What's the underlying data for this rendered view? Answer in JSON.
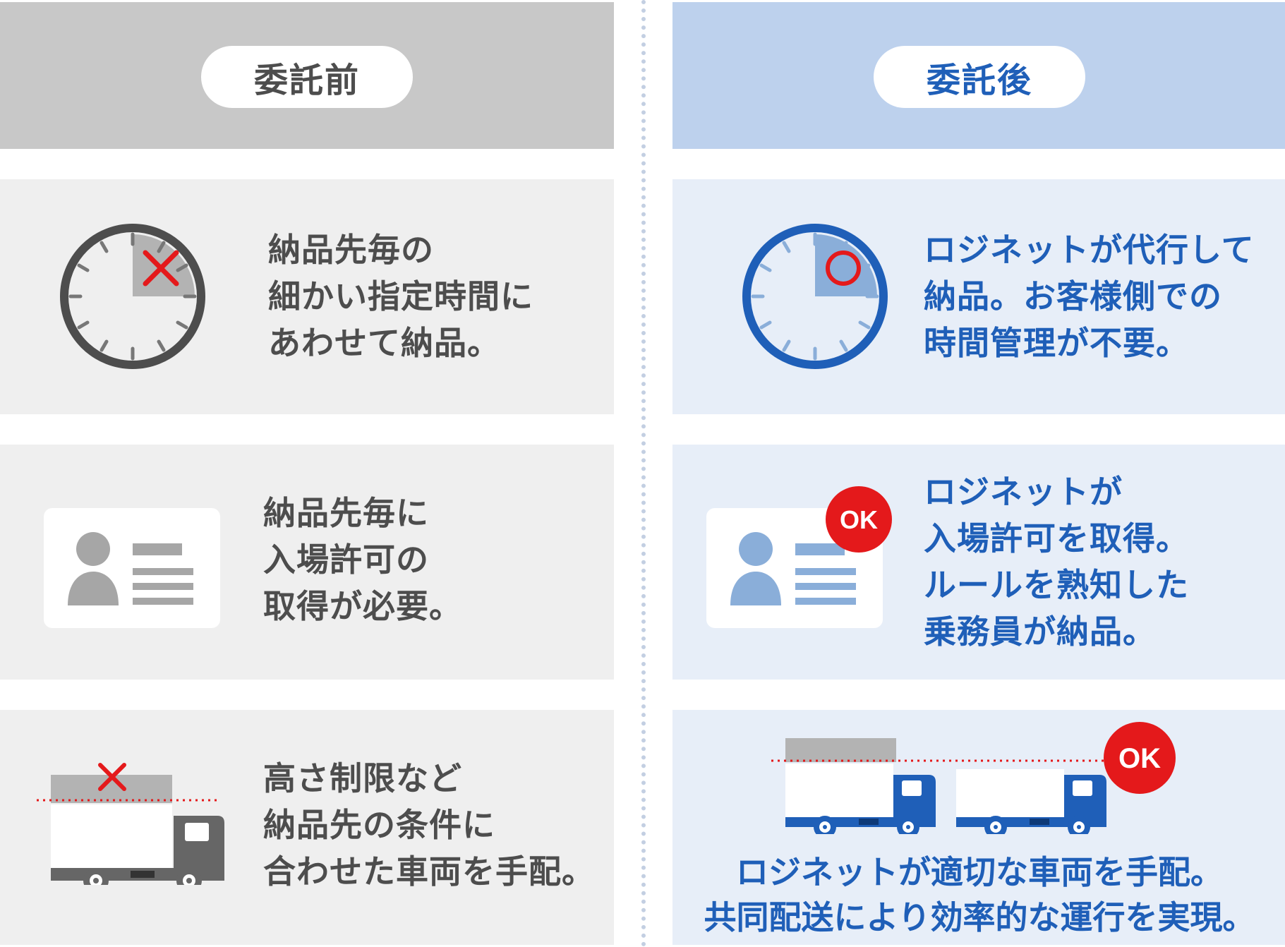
{
  "headers": {
    "before": "委託前",
    "after": "委託後"
  },
  "rows": [
    {
      "before": "納品先毎の\n細かい指定時間に\nあわせて納品。",
      "after": "ロジネットが代行して\n納品。お客様側での\n時間管理が不要。"
    },
    {
      "before": "納品先毎に\n入場許可の\n取得が必要。",
      "after": "ロジネットが\n入場許可を取得。\nルールを熟知した\n乗務員が納品。",
      "badge": "OK"
    },
    {
      "before": "高さ制限など\n納品先の条件に\n合わせた車両を手配。",
      "after": "ロジネットが適切な車両を手配。\n共同配送により効率的な運行を実現。",
      "badge": "OK"
    }
  ],
  "icons": {
    "clock_before": "clock-icon",
    "clock_after": "clock-icon",
    "id_card_before": "id-card-icon",
    "id_card_after": "id-card-icon",
    "truck_before": "truck-icon",
    "truck_after": "truck-icon",
    "ng_mark": "cross-mark-icon",
    "ok_mark": "circle-mark-icon"
  },
  "colors": {
    "before_header": "#c8c8c8",
    "before_card": "#efefef",
    "before_text": "#4d4d4d",
    "after_header": "#bdd1ed",
    "after_card": "#e7eef8",
    "after_text": "#1f5fb8",
    "alert": "#e4191b"
  }
}
